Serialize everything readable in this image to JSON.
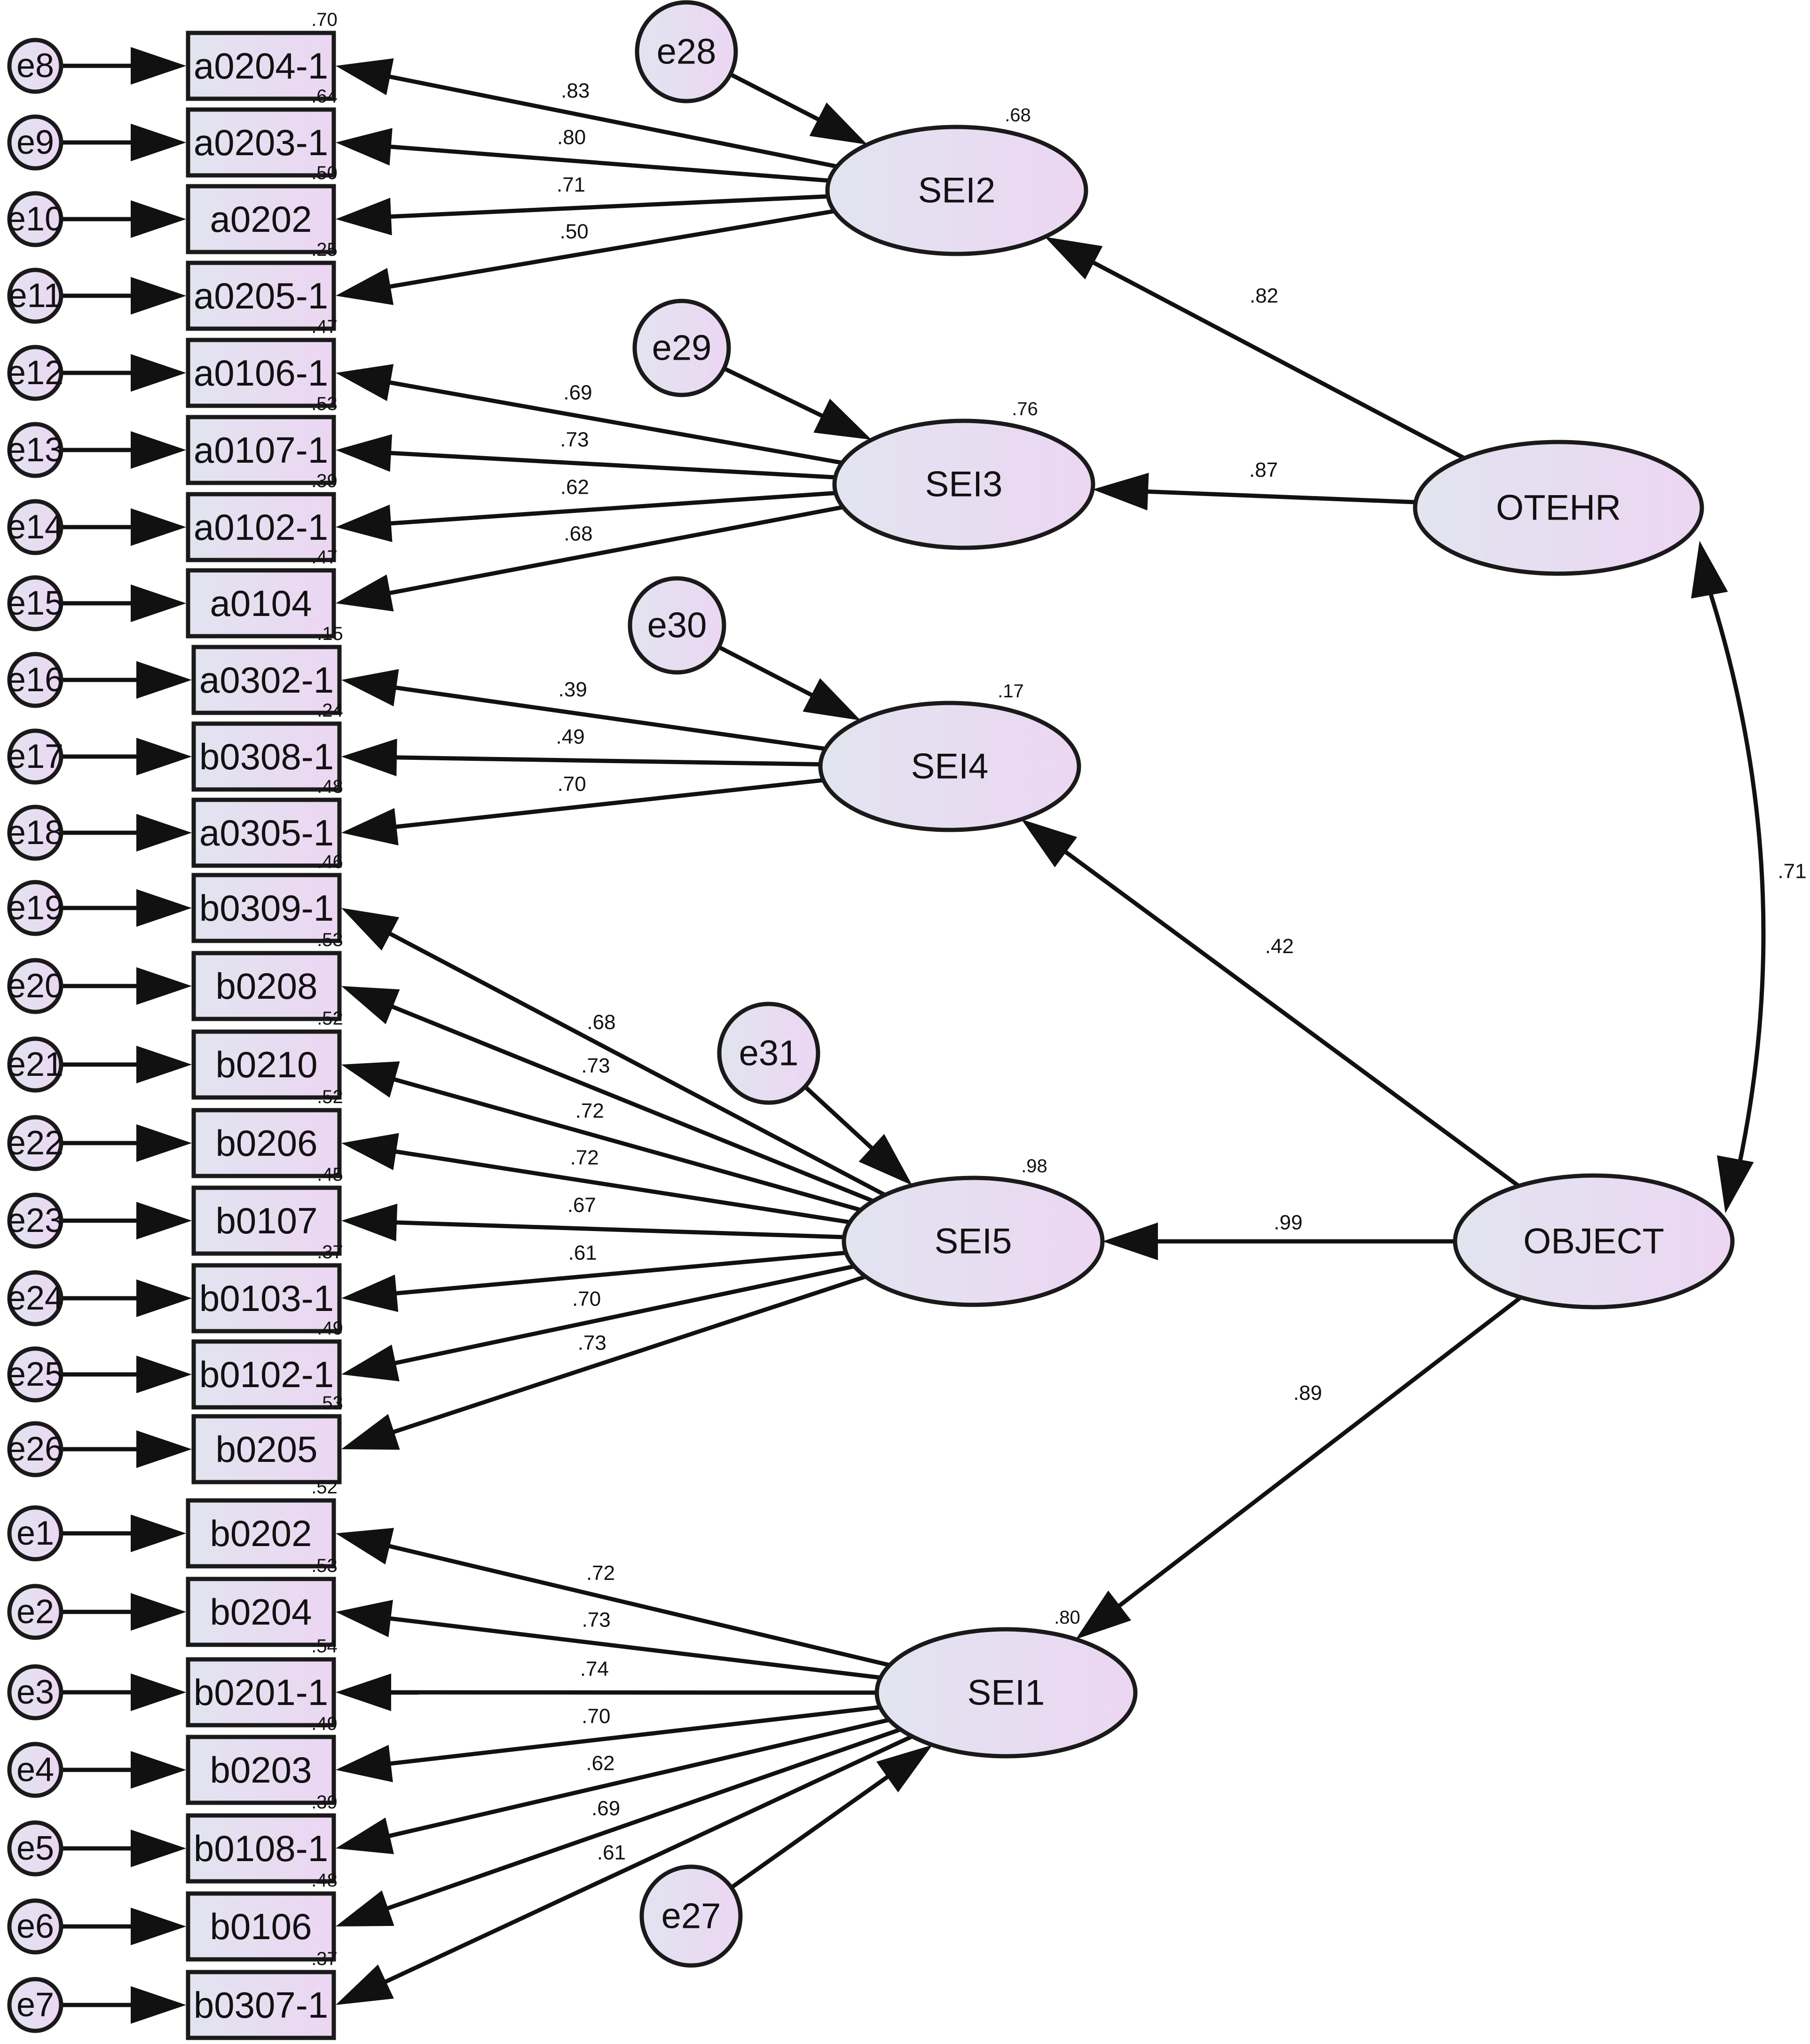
{
  "colors": {
    "fill_from": "#e2e4f0",
    "fill_to": "#ecd6f2",
    "stroke": "#1a1a1a"
  },
  "latents": [
    {
      "id": "SEI2",
      "label": "SEI2",
      "r2": ".68"
    },
    {
      "id": "SEI3",
      "label": "SEI3",
      "r2": ".76"
    },
    {
      "id": "SEI4",
      "label": "SEI4",
      "r2": ".17"
    },
    {
      "id": "SEI5",
      "label": "SEI5",
      "r2": ".98"
    },
    {
      "id": "SEI1",
      "label": "SEI1",
      "r2": ".80"
    },
    {
      "id": "OTEHR",
      "label": "OTEHR"
    },
    {
      "id": "OBJECT",
      "label": "OBJECT"
    }
  ],
  "indicators": [
    {
      "label": "a0204-1",
      "error": "e8",
      "r2": ".70",
      "factor": "SEI2",
      "loading": ".83"
    },
    {
      "label": "a0203-1",
      "error": "e9",
      "r2": ".64",
      "factor": "SEI2",
      "loading": ".80"
    },
    {
      "label": "a0202",
      "error": "e10",
      "r2": ".50",
      "factor": "SEI2",
      "loading": ".71"
    },
    {
      "label": "a0205-1",
      "error": "e11",
      "r2": ".25",
      "factor": "SEI2",
      "loading": ".50"
    },
    {
      "label": "a0106-1",
      "error": "e12",
      "r2": ".47",
      "factor": "SEI3",
      "loading": ".69"
    },
    {
      "label": "a0107-1",
      "error": "e13",
      "r2": ".53",
      "factor": "SEI3",
      "loading": ".73"
    },
    {
      "label": "a0102-1",
      "error": "e14",
      "r2": ".39",
      "factor": "SEI3",
      "loading": ".62"
    },
    {
      "label": "a0104",
      "error": "e15",
      "r2": ".47",
      "factor": "SEI3",
      "loading": ".68"
    },
    {
      "label": "a0302-1",
      "error": "e16",
      "r2": ".15",
      "factor": "SEI4",
      "loading": ".39"
    },
    {
      "label": "b0308-1",
      "error": "e17",
      "r2": ".24",
      "factor": "SEI4",
      "loading": ".49"
    },
    {
      "label": "a0305-1",
      "error": "e18",
      "r2": ".48",
      "factor": "SEI4",
      "loading": ".70"
    },
    {
      "label": "b0309-1",
      "error": "e19",
      "r2": ".46",
      "factor": "SEI5",
      "loading": ".68"
    },
    {
      "label": "b0208",
      "error": "e20",
      "r2": ".53",
      "factor": "SEI5",
      "loading": ".73"
    },
    {
      "label": "b0210",
      "error": "e21",
      "r2": ".52",
      "factor": "SEI5",
      "loading": ".72"
    },
    {
      "label": "b0206",
      "error": "e22",
      "r2": ".52",
      "factor": "SEI5",
      "loading": ".72"
    },
    {
      "label": "b0107",
      "error": "e23",
      "r2": ".45",
      "factor": "SEI5",
      "loading": ".67"
    },
    {
      "label": "b0103-1",
      "error": "e24",
      "r2": ".37",
      "factor": "SEI5",
      "loading": ".61"
    },
    {
      "label": "b0102-1",
      "error": "e25",
      "r2": ".49",
      "factor": "SEI5",
      "loading": ".70"
    },
    {
      "label": "b0205",
      "error": "e26",
      "r2": ".53",
      "factor": "SEI5",
      "loading": ".73"
    },
    {
      "label": "b0202",
      "error": "e1",
      "r2": ".52",
      "factor": "SEI1",
      "loading": ".72"
    },
    {
      "label": "b0204",
      "error": "e2",
      "r2": ".53",
      "factor": "SEI1",
      "loading": ".73"
    },
    {
      "label": "b0201-1",
      "error": "e3",
      "r2": ".54",
      "factor": "SEI1",
      "loading": ".74"
    },
    {
      "label": "b0203",
      "error": "e4",
      "r2": ".49",
      "factor": "SEI1",
      "loading": ".70"
    },
    {
      "label": "b0108-1",
      "error": "e5",
      "r2": ".39",
      "factor": "SEI1",
      "loading": ".62"
    },
    {
      "label": "b0106",
      "error": "e6",
      "r2": ".48",
      "factor": "SEI1",
      "loading": ".69"
    },
    {
      "label": "b0307-1",
      "error": "e7",
      "r2": ".37",
      "factor": "SEI1",
      "loading": ".61"
    }
  ],
  "residuals": [
    {
      "label": "e28",
      "target": "SEI2"
    },
    {
      "label": "e29",
      "target": "SEI3"
    },
    {
      "label": "e30",
      "target": "SEI4"
    },
    {
      "label": "e31",
      "target": "SEI5"
    },
    {
      "label": "e27",
      "target": "SEI1"
    }
  ],
  "structural_paths": [
    {
      "from": "OTEHR",
      "to": "SEI2",
      "coef": ".82"
    },
    {
      "from": "OTEHR",
      "to": "SEI3",
      "coef": ".87"
    },
    {
      "from": "OBJECT",
      "to": "SEI4",
      "coef": ".42"
    },
    {
      "from": "OBJECT",
      "to": "SEI5",
      "coef": ".99"
    },
    {
      "from": "OBJECT",
      "to": "SEI1",
      "coef": ".89"
    }
  ],
  "covariance": {
    "from": "OTEHR",
    "to": "OBJECT",
    "coef": ".71"
  }
}
